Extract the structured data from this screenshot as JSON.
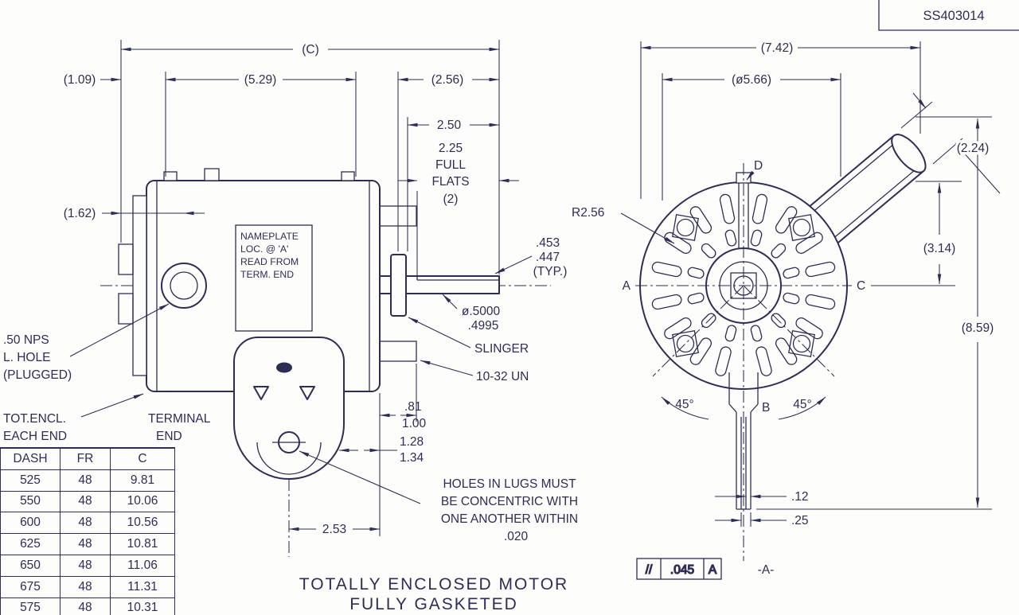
{
  "title_block": {
    "drawing_number": "SS403014"
  },
  "side_view": {
    "dims": {
      "overall_c": "(C)",
      "bracket": "(1.09)",
      "body": "(5.29)",
      "shaft_ext": "(2.56)",
      "shaft_len": "2.50",
      "flats": [
        "2.25",
        "FULL",
        "FLATS",
        "(2)"
      ],
      "hole_offset": "(1.62)",
      "flat_depth": [
        ".453",
        ".447",
        "(TYP.)"
      ],
      "shaft_dia": [
        "ø.5000",
        ".4995"
      ],
      "stud_min": ".81",
      "stud_max": "1.00",
      "lug_min": "1.28",
      "lug_max": "1.34",
      "lug_to_face": "2.53"
    },
    "labels": {
      "nameplate": [
        "NAMEPLATE",
        "LOC. @ 'A'",
        "READ FROM",
        "TERM. END"
      ],
      "slinger": "SLINGER",
      "thread": "10-32 UN",
      "nps_hole": [
        ".50 NPS",
        "L. HOLE",
        "(PLUGGED)"
      ],
      "tot_encl": [
        "TOT.ENCL.",
        "EACH END"
      ],
      "terminal": [
        "TERMINAL",
        "END"
      ],
      "lug_note": [
        "HOLES IN LUGS MUST",
        "BE CONCENTRIC WITH",
        "ONE ANOTHER WITHIN",
        ".020"
      ],
      "caption": [
        "TOTALLY ENCLOSED MOTOR",
        "FULLY GASKETED"
      ]
    }
  },
  "end_view": {
    "dims": {
      "overall_w": "(7.42)",
      "bolt_dia": "(ø5.66)",
      "box_w": "(2.24)",
      "radius": "R2.56",
      "box_h": "(3.14)",
      "overall_h": "(8.59)",
      "angle_l": "45°",
      "angle_r": "45°",
      "flat_12": ".12",
      "flat_25": ".25"
    },
    "labels": {
      "a": "A",
      "b": "B",
      "c": "C",
      "d": "D"
    },
    "fcf": {
      "symbol": "//",
      "tolerance": ".045",
      "datum": "A"
    },
    "datum_flag": "-A-"
  },
  "spec_table": {
    "headers": [
      "DASH",
      "FR",
      "C"
    ],
    "rows": [
      [
        "525",
        "48",
        "9.81"
      ],
      [
        "550",
        "48",
        "10.06"
      ],
      [
        "600",
        "48",
        "10.56"
      ],
      [
        "625",
        "48",
        "10.81"
      ],
      [
        "650",
        "48",
        "11.06"
      ],
      [
        "675",
        "48",
        "11.31"
      ],
      [
        "575",
        "48",
        "10.31"
      ]
    ]
  }
}
